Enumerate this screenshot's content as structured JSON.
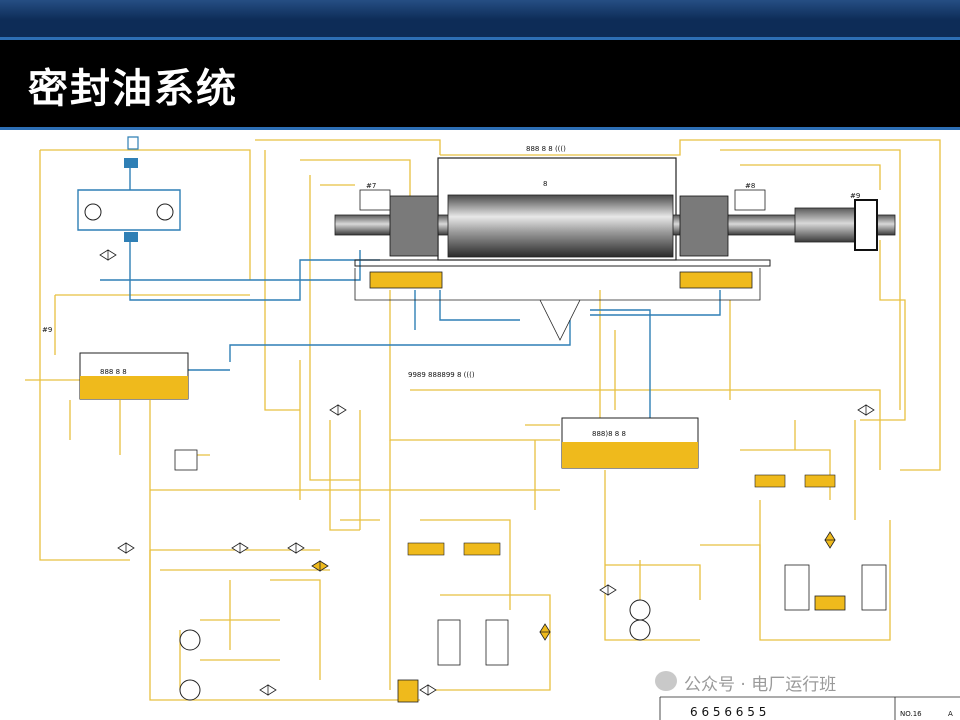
{
  "slide": {
    "title": "密封油系统"
  },
  "watermark": {
    "text": "公众号 · 电厂运行班"
  },
  "diagram": {
    "bearing_left_label": "#7",
    "bearing_right_label": "#8",
    "bearing_far_label": "#9",
    "bearing_side_label": "#9",
    "rotor_label": "8",
    "title_block_no": "NO.16",
    "title_block_rev": "A",
    "title_block_row": "6  6  5  6  6  5  5",
    "tank_left_label": "888 8  8",
    "tank_center_label": "888)8 8  8",
    "top_line_label": "888 8  8  ((()",
    "mid_line_label": "9989 888899 8  ((()",
    "colors": {
      "oil": "#efba1c",
      "pipe": "#e8c040",
      "water": "#2f7fb5",
      "frame": "#222222",
      "background": "#ffffff"
    }
  }
}
